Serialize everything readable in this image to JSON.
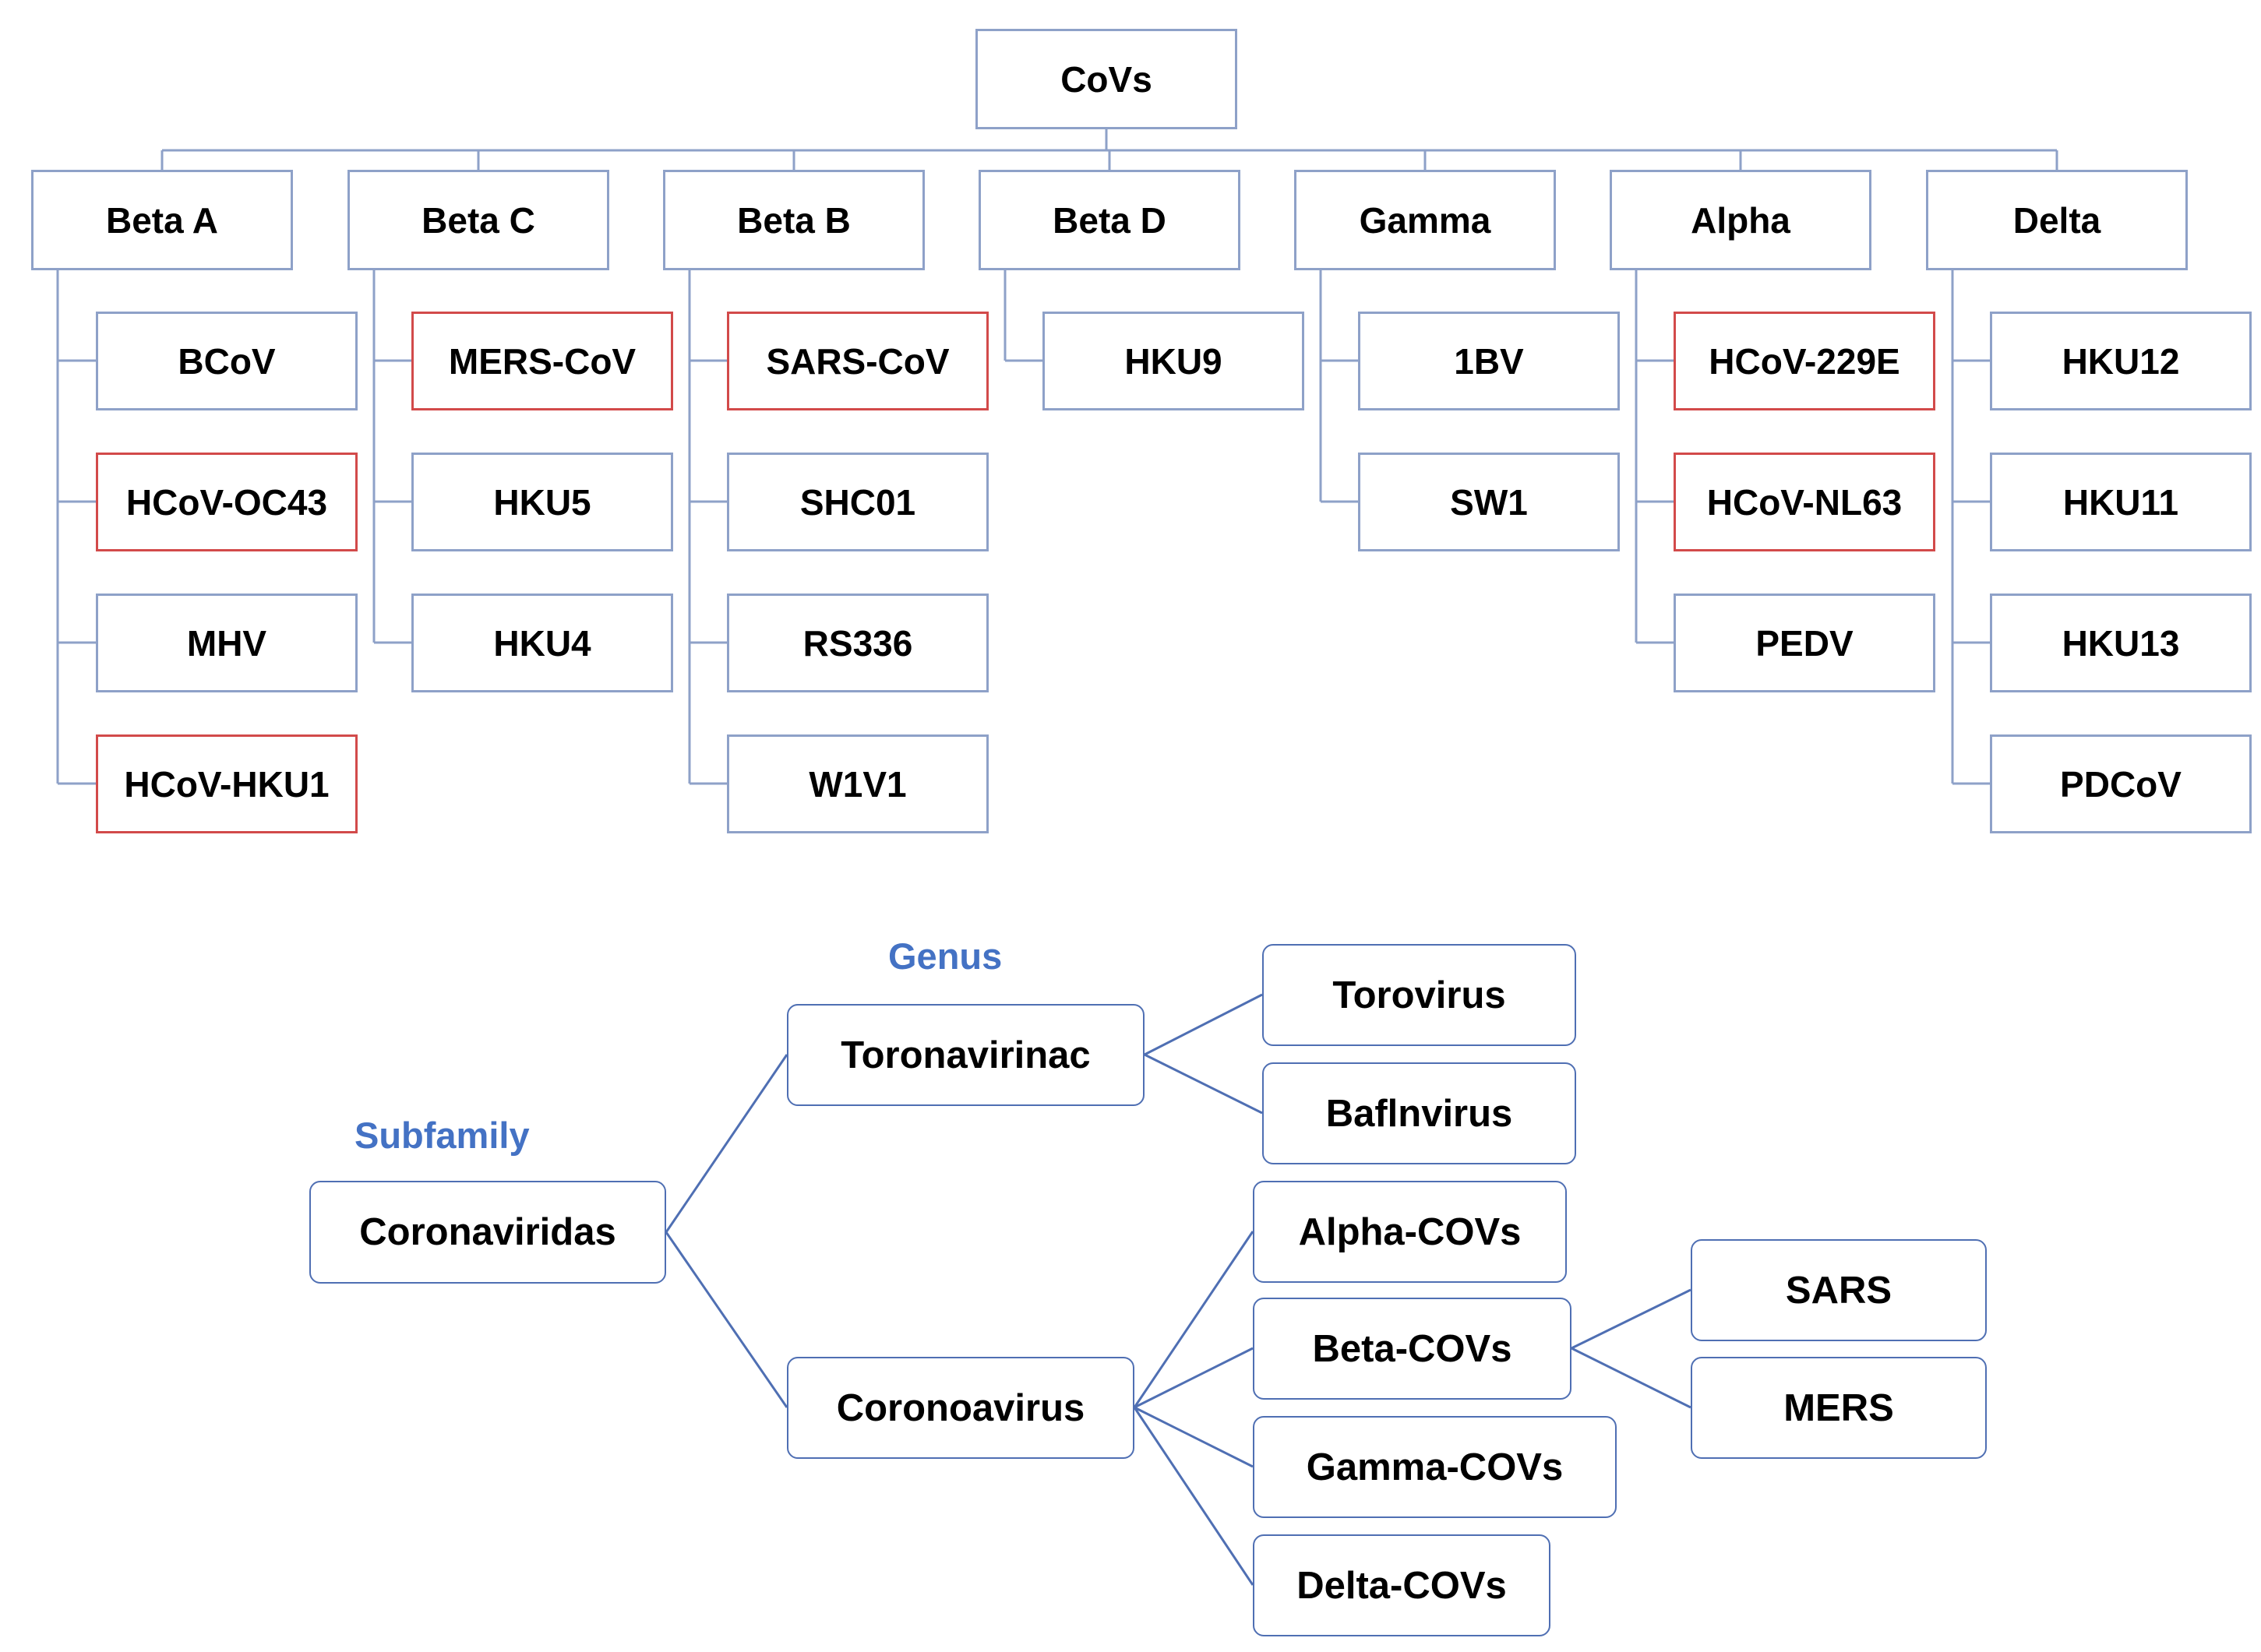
{
  "colors": {
    "box_border": "#8ea1c8",
    "highlight_border": "#d24a4a",
    "connector": "#8ea1c8",
    "rounded_border": "#4f6fb3",
    "label_text": "#4472c4"
  },
  "tree": {
    "root": "CoVs",
    "groups": [
      {
        "name": "Beta A",
        "children": [
          {
            "name": "BCoV",
            "highlighted": false
          },
          {
            "name": "HCoV-OC43",
            "highlighted": true
          },
          {
            "name": "MHV",
            "highlighted": false
          },
          {
            "name": "HCoV-HKU1",
            "highlighted": true
          }
        ]
      },
      {
        "name": "Beta C",
        "children": [
          {
            "name": "MERS-CoV",
            "highlighted": true
          },
          {
            "name": "HKU5",
            "highlighted": false
          },
          {
            "name": "HKU4",
            "highlighted": false
          }
        ]
      },
      {
        "name": "Beta B",
        "children": [
          {
            "name": "SARS-CoV",
            "highlighted": true
          },
          {
            "name": "SHC01",
            "highlighted": false
          },
          {
            "name": "RS336",
            "highlighted": false
          },
          {
            "name": "W1V1",
            "highlighted": false
          }
        ]
      },
      {
        "name": "Beta D",
        "children": [
          {
            "name": "HKU9",
            "highlighted": false
          }
        ]
      },
      {
        "name": "Gamma",
        "children": [
          {
            "name": "1BV",
            "highlighted": false
          },
          {
            "name": "SW1",
            "highlighted": false
          }
        ]
      },
      {
        "name": "Alpha",
        "children": [
          {
            "name": "HCoV-229E",
            "highlighted": true
          },
          {
            "name": "HCoV-NL63",
            "highlighted": true
          },
          {
            "name": "PEDV",
            "highlighted": false
          }
        ]
      },
      {
        "name": "Delta",
        "children": [
          {
            "name": "HKU12",
            "highlighted": false
          },
          {
            "name": "HKU11",
            "highlighted": false
          },
          {
            "name": "HKU13",
            "highlighted": false
          },
          {
            "name": "PDCoV",
            "highlighted": false
          }
        ]
      }
    ]
  },
  "taxonomy": {
    "genus_label": "Genus",
    "subfamily_label": "Subfamily",
    "family": "Coronaviridas",
    "subfamilies": [
      {
        "name": "Toronavirinac",
        "genera": [
          "Torovirus",
          "Baflnvirus"
        ]
      },
      {
        "name": "Coronoavirus",
        "genera": [
          "Alpha-COVs",
          "Beta-COVs",
          "Gamma-COVs",
          "Delta-COVs"
        ]
      }
    ],
    "beta_species": [
      "SARS",
      "MERS"
    ]
  }
}
